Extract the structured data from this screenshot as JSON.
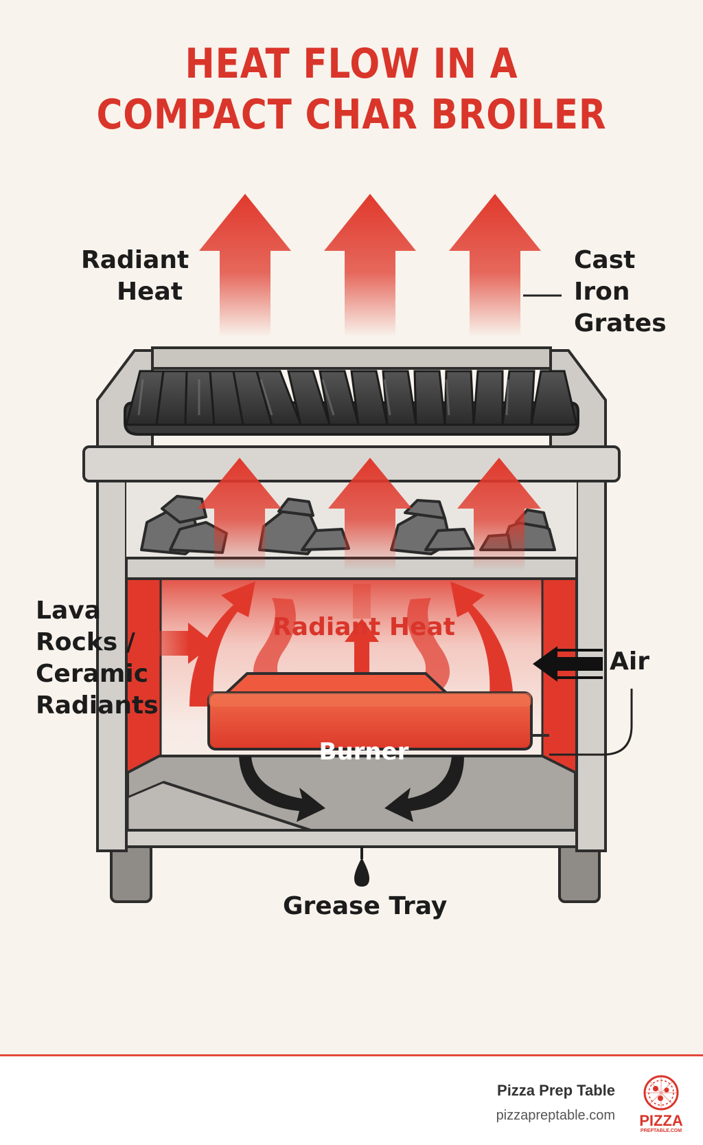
{
  "title": {
    "line1": "HEAT FLOW IN A",
    "line2": "COMPACT CHAR BROILER"
  },
  "labels": {
    "radiant_top_1": "Radiant",
    "radiant_top_2": "Heat",
    "grates_1": "Cast",
    "grates_2": "Iron",
    "grates_3": "Grates",
    "lava_1": "Lava",
    "lava_2": "Rocks /",
    "lava_3": "Ceramic",
    "lava_4": "Radiants",
    "radiant_center": "Radiant Heat",
    "air": "Air",
    "burner": "Burner",
    "grease": "Grease Tray"
  },
  "colors": {
    "accent_red": "#d9352a",
    "steel": "#d7d4cf",
    "outline": "#2d2d2d",
    "grate": "#3a3a3a",
    "rock": "#6d6d6d",
    "background": "#f8f3ec"
  },
  "icons": {
    "heat_arrow": "up-arrow-icon",
    "air_arrow": "left-arrow-icon",
    "grease_drop": "drop-icon",
    "logo": "pizza-logo-icon"
  },
  "footer": {
    "brand_name": "Pizza Prep Table",
    "brand_url": "pizzapreptable.com",
    "logo_text": "PIZZA",
    "logo_subtext": "PREPTABLE.COM"
  }
}
